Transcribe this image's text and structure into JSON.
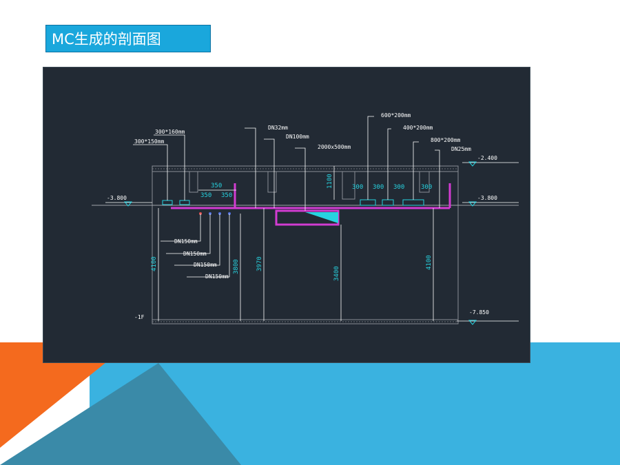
{
  "slide": {
    "title": "MC生成的剖面图",
    "colors": {
      "title_bg": "#1aa7dc",
      "cad_bg": "#222a34",
      "orange": "#f46a1e",
      "blue": "#3ab2e0",
      "teal": "#3a8aa8",
      "magenta": "#d23cd2",
      "cyan": "#27d3e0"
    }
  },
  "drawing": {
    "pipe_labels": {
      "duct_300x160": "300*160mm",
      "duct_300x150": "300*150mm",
      "pipe_dn32": "DN32mm",
      "pipe_dn100": "DN100mm",
      "duct_2000x500": "2000x500mm",
      "duct_600x200": "600*200mm",
      "duct_400x200": "400*200mm",
      "duct_800x200": "800*200mm",
      "pipe_dn25": "DN25mm",
      "pipe_dn150_1": "DN150mm",
      "pipe_dn150_2": "DN150mm",
      "pipe_dn150_3": "DN150mm",
      "pipe_dn150_4": "DN150mm"
    },
    "elevations": {
      "top_right": "-2.400",
      "left_mid": "-3.800",
      "right_mid": "-3.800",
      "bottom_right": "-7.850",
      "floor": "-1F"
    },
    "dimensions": {
      "d350_top": "350",
      "d350_left": "350",
      "d350_right": "350",
      "d1100": "1100",
      "d300_a": "300",
      "d300_b": "300",
      "d300_c": "300",
      "d300_d": "300",
      "d4100_left": "4100",
      "d3800": "3800",
      "d3970": "3970",
      "d3400": "3400",
      "d4100_right": "4100"
    }
  }
}
